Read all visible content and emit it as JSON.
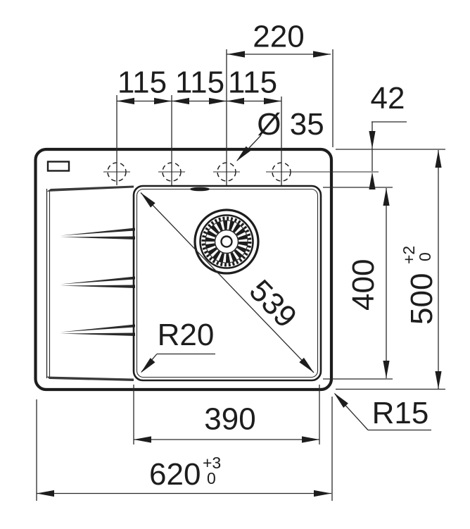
{
  "labels": {
    "tap_spacing_1": "115",
    "tap_spacing_2": "115",
    "tap_spacing_3": "115",
    "tap_offset_right": "220",
    "tap_hole_diameter": "Ø 35",
    "rim_to_tap_axis": "42",
    "bowl_width": "390",
    "bowl_depth": "400",
    "bowl_diagonal": "539",
    "bowl_corner_radius": "R20",
    "outer_corner_radius": "R15",
    "overall_width": "620",
    "overall_width_tol_upper": "+3",
    "overall_width_tol_lower": "0",
    "overall_depth": "500",
    "overall_depth_tol_upper": "+2",
    "overall_depth_tol_lower": "0"
  },
  "colors": {
    "line": "#1d1d1d",
    "background": "#ffffff"
  }
}
